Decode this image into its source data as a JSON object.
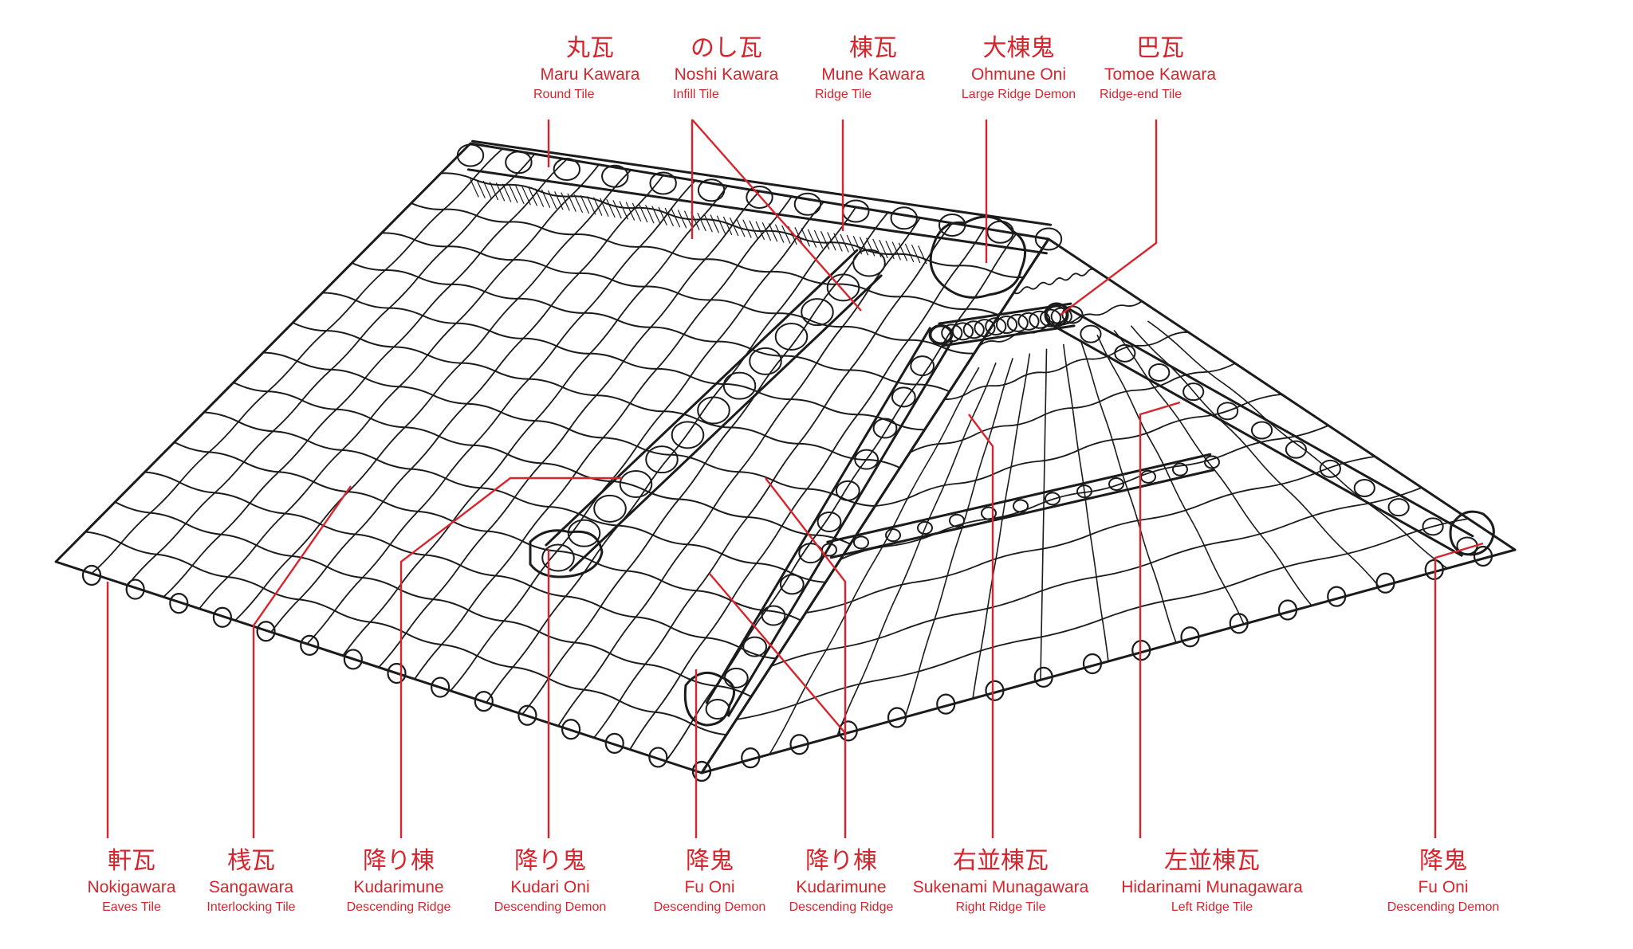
{
  "colors": {
    "accent": "#d7242d",
    "ink": "#1b1b1b",
    "background": "#ffffff"
  },
  "labels_top": [
    {
      "jp": "丸瓦",
      "romaji": "Maru Kawara",
      "en": "Round Tile"
    },
    {
      "jp": "のし瓦",
      "romaji": "Noshi Kawara",
      "en": "Infill Tile"
    },
    {
      "jp": "棟瓦",
      "romaji": "Mune Kawara",
      "en": "Ridge Tile"
    },
    {
      "jp": "大棟鬼",
      "romaji": "Ohmune Oni",
      "en": "Large Ridge Demon"
    },
    {
      "jp": "巴瓦",
      "romaji": "Tomoe Kawara",
      "en": "Ridge-end Tile"
    }
  ],
  "labels_bottom": [
    {
      "jp": "軒瓦",
      "romaji": "Nokigawara",
      "en": "Eaves Tile"
    },
    {
      "jp": "桟瓦",
      "romaji": "Sangawara",
      "en": "Interlocking Tile"
    },
    {
      "jp": "降り棟",
      "romaji": "Kudarimune",
      "en": "Descending Ridge"
    },
    {
      "jp": "降り鬼",
      "romaji": "Kudari Oni",
      "en": "Descending Demon"
    },
    {
      "jp": "降鬼",
      "romaji": "Fu Oni",
      "en": "Descending Demon"
    },
    {
      "jp": "降り棟",
      "romaji": "Kudarimune",
      "en": "Descending Ridge"
    },
    {
      "jp": "右並棟瓦",
      "romaji": "Sukenami Munagawara",
      "en": "Right Ridge Tile"
    },
    {
      "jp": "左並棟瓦",
      "romaji": "Hidarinami Munagawara",
      "en": "Left Ridge Tile"
    },
    {
      "jp": "降鬼",
      "romaji": "Fu Oni",
      "en": "Descending Demon"
    }
  ]
}
